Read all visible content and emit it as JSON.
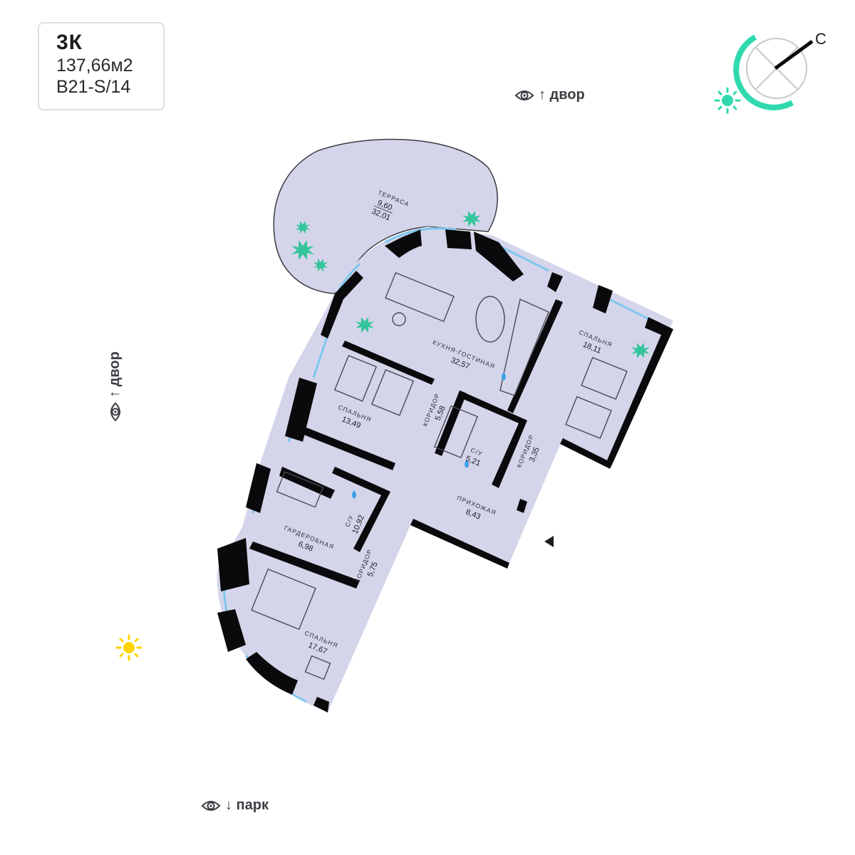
{
  "apartment": {
    "rooms": "3К",
    "area": "137,66м2",
    "code": "B21-S/14"
  },
  "views": {
    "top": "↑ двор",
    "left": "↑ двор",
    "bottom": "↓ парк"
  },
  "compass": {
    "north_label": "С",
    "accent": "#2fd9ad"
  },
  "colors": {
    "floor": "#d4d5ea",
    "wall": "#0a0a0c",
    "window": "#7fc6ee",
    "plant": "#35c59c",
    "sun_south": "#ffd400",
    "sun_north": "#2fd9ad",
    "water": "#3aa0e8"
  },
  "rooms": {
    "terrace": {
      "name": "ТЕРРАСА",
      "area": "9,60",
      "area_total": "32,01"
    },
    "kitchen": {
      "name": "КУХНЯ-ГОСТИНАЯ",
      "area": "32,57"
    },
    "bedroom_ne": {
      "name": "СПАЛЬНЯ",
      "area": "18,11"
    },
    "bedroom_mid": {
      "name": "СПАЛЬНЯ",
      "area": "13,49"
    },
    "corridor_1": {
      "name": "КОРИДОР",
      "area": "5,58"
    },
    "bath_center": {
      "name": "С/У",
      "area": "5,21"
    },
    "corridor_2": {
      "name": "КОРИДОР",
      "area": "3,35"
    },
    "bath_west": {
      "name": "С/У",
      "area": "10,92"
    },
    "hallway": {
      "name": "ПРИХОЖАЯ",
      "area": "8,43"
    },
    "wardrobe": {
      "name": "ГАРДЕРОБНАЯ",
      "area": "6,98"
    },
    "corridor_3": {
      "name": "КОРИДОР",
      "area": "5,75"
    },
    "bedroom_sw": {
      "name": "СПАЛЬНЯ",
      "area": "17,67"
    }
  }
}
